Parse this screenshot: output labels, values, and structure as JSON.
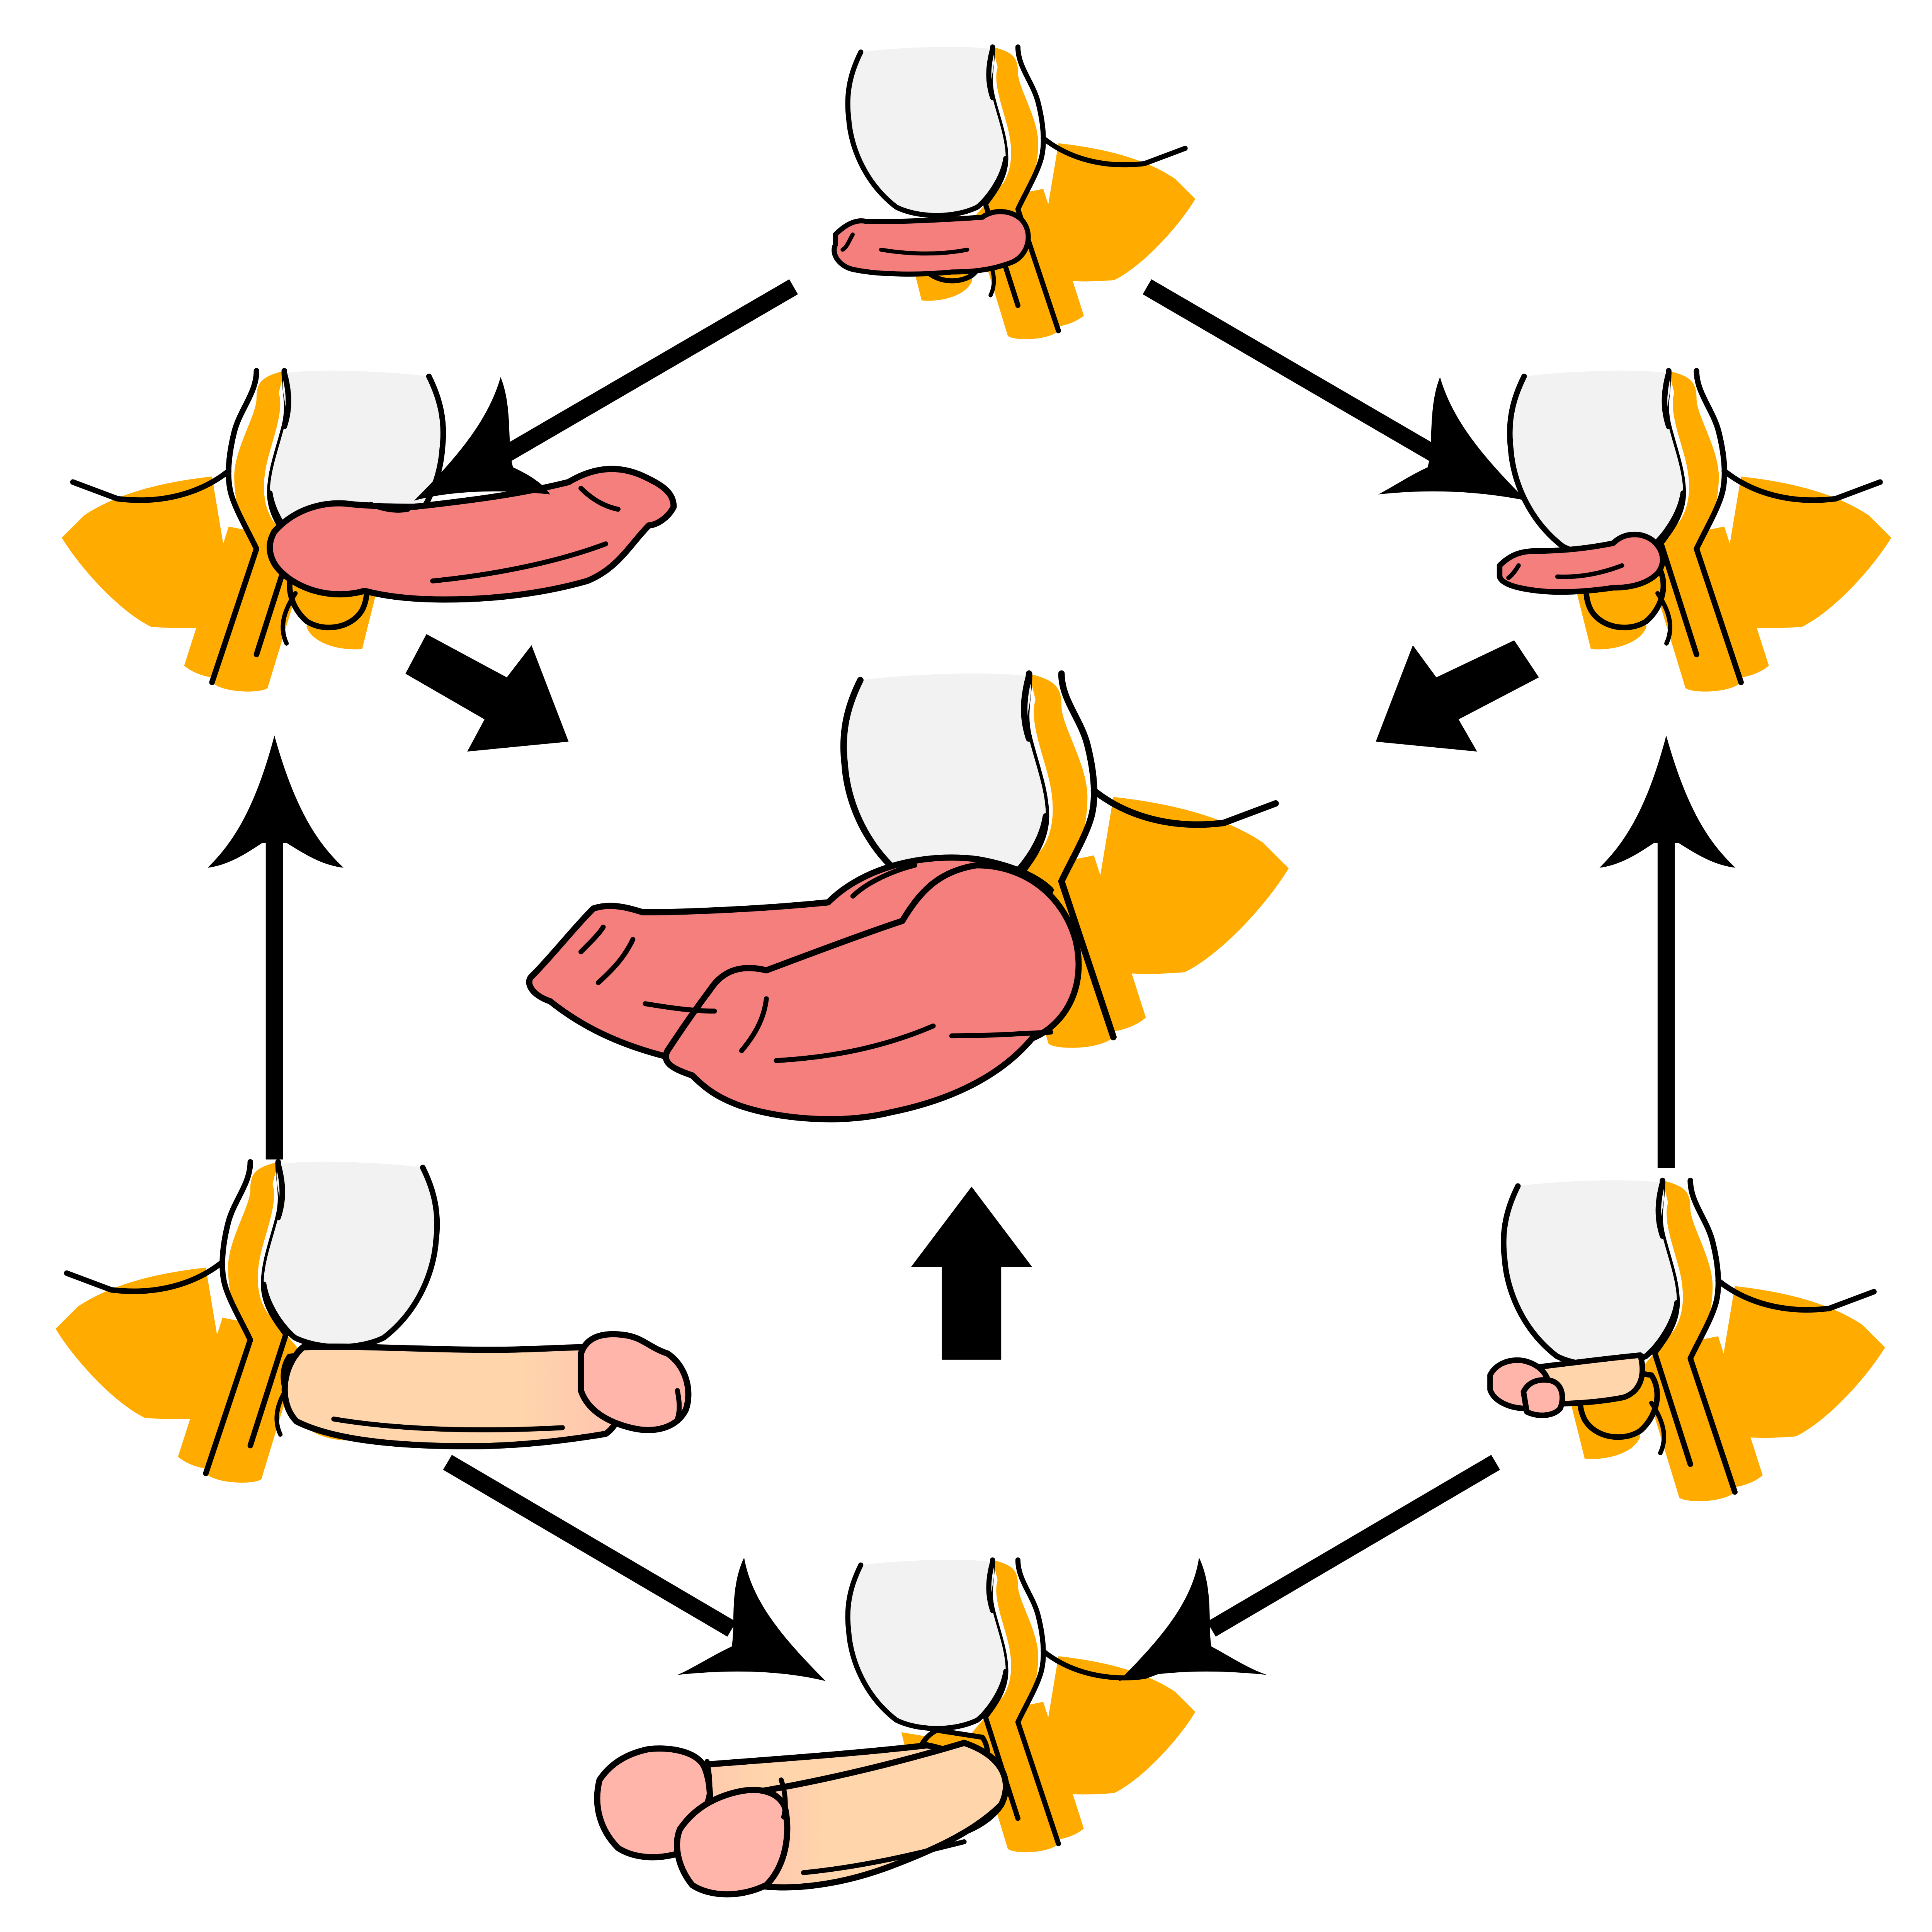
{
  "colors": {
    "background": "#ffffff",
    "bladder": "#f2f2f2",
    "body": "#ffab00",
    "tissue_red": "#f47f7d",
    "tissue_pale": "#ffb5aa",
    "tissue_beige": "#ffd5ac",
    "arrow": "#000000",
    "outline": "#000000"
  },
  "stages": [
    {
      "id": "top",
      "tissue_color": "tissue_red",
      "size_level": 0.25
    },
    {
      "id": "upper-left",
      "tissue_color": "tissue_red",
      "size_level": 1.0
    },
    {
      "id": "upper-right",
      "tissue_color": "tissue_red",
      "size_level": 0.2
    },
    {
      "id": "center",
      "tissue_color": "tissue_red",
      "size_level": 1.0,
      "count": 2
    },
    {
      "id": "lower-left",
      "tissue_color": "tissue_beige",
      "size_level": 1.0
    },
    {
      "id": "lower-right",
      "tissue_color": "tissue_beige",
      "size_level": 0.3
    },
    {
      "id": "bottom",
      "tissue_color": "tissue_beige",
      "size_level": 1.0,
      "count": 2
    }
  ],
  "arrows": [
    {
      "from": "top",
      "to": "upper-left",
      "style": "thin"
    },
    {
      "from": "top",
      "to": "upper-right",
      "style": "thin"
    },
    {
      "from": "lower-left",
      "to": "upper-left",
      "style": "thin"
    },
    {
      "from": "lower-right",
      "to": "upper-right",
      "style": "thin"
    },
    {
      "from": "lower-left",
      "to": "bottom",
      "style": "thin"
    },
    {
      "from": "lower-right",
      "to": "bottom",
      "style": "thin"
    },
    {
      "from": "upper-left",
      "to": "center",
      "style": "block"
    },
    {
      "from": "upper-right",
      "to": "center",
      "style": "block"
    },
    {
      "from": "bottom",
      "to": "center",
      "style": "block"
    }
  ]
}
